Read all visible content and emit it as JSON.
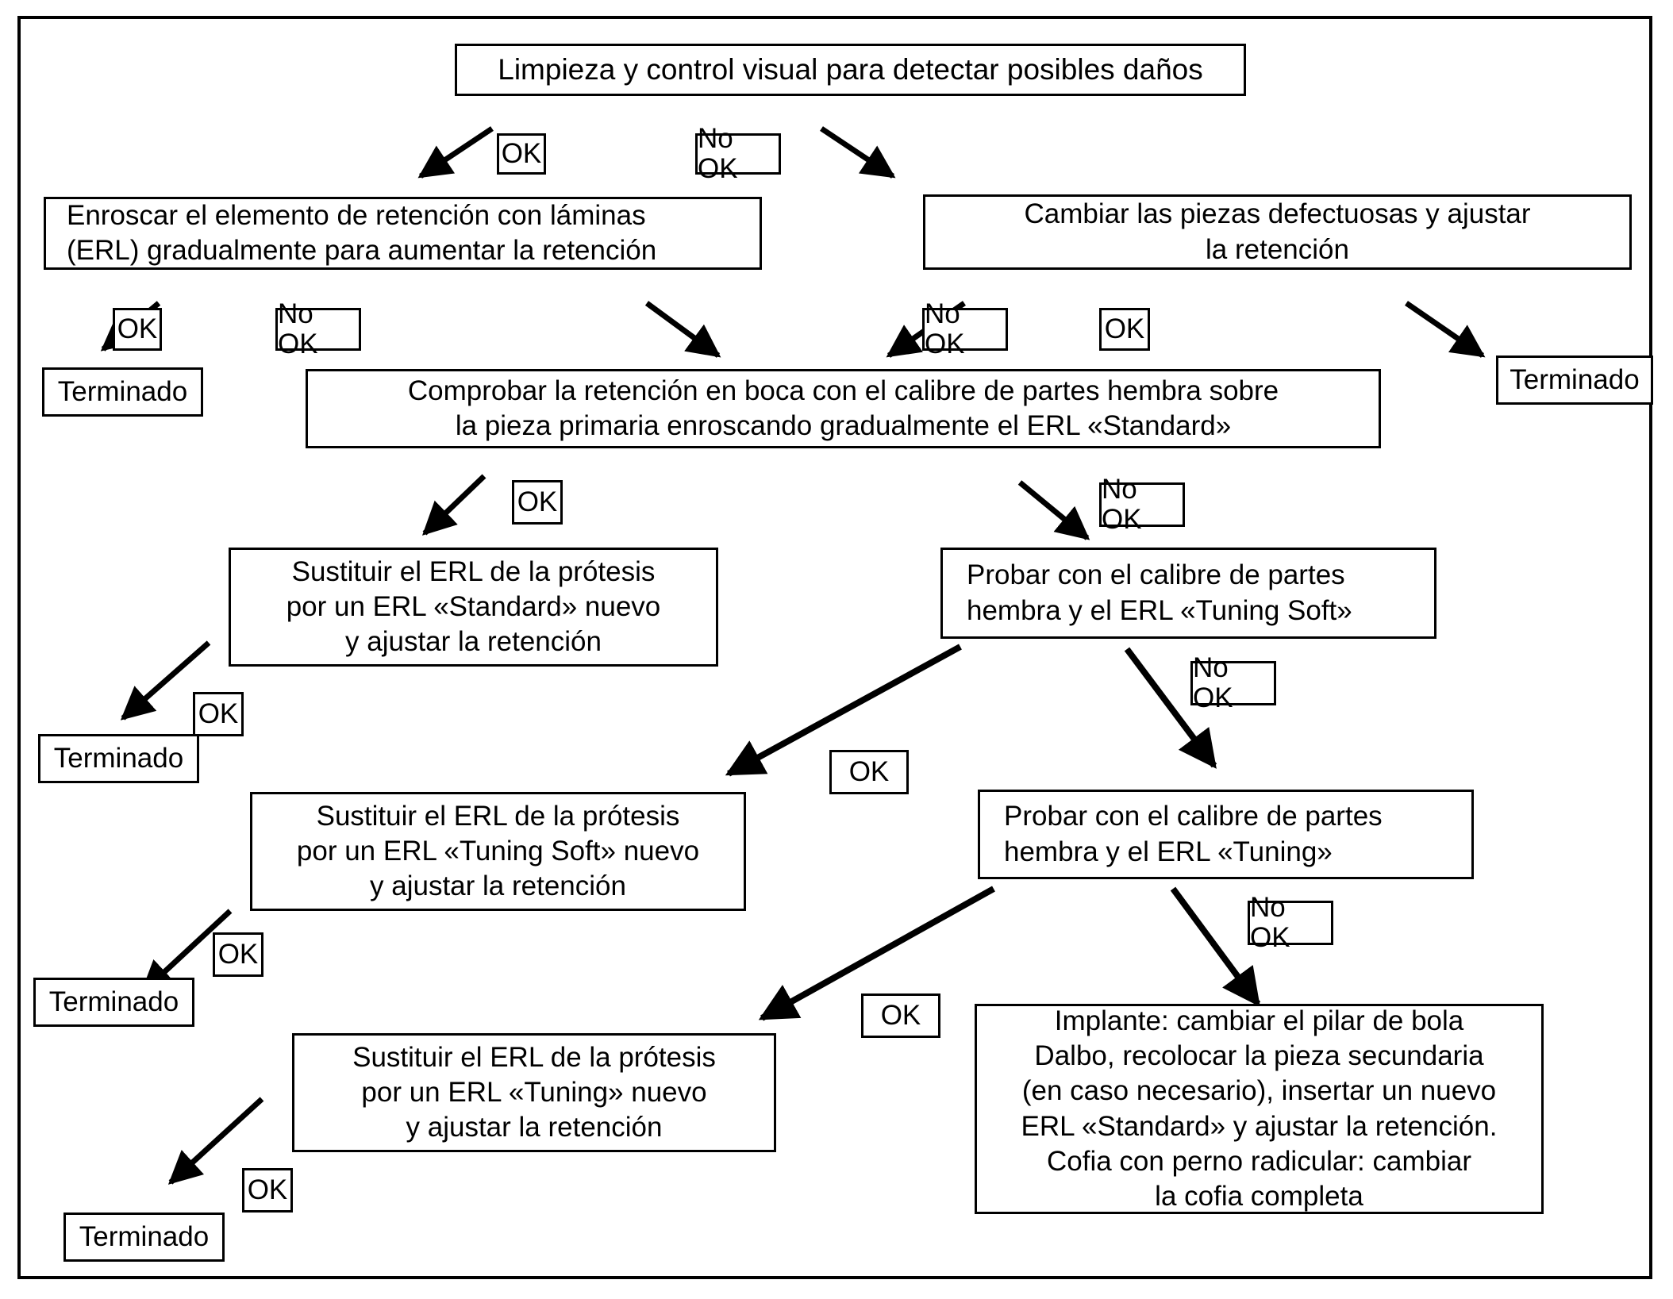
{
  "diagram": {
    "title": "Diagrama de flujo: mantenimiento de la retenón ERL",
    "line_color": "#000000",
    "box_fill": "#ffffff",
    "nodes": {
      "start": "Limpieza y control visual para detectar posibles daños",
      "enroscar_erl": "Enroscar el elemento de retención con láminas\n(ERL) gradualmente para aumentar la retención",
      "enroscar_erl_line1": "Enroscar el elemento de retención con láminas",
      "enroscar_erl_line2": "(ERL) gradualmente para aumentar la retención",
      "cambiar_piezas_line1": "Cambiar las piezas defectuosas y ajustar",
      "cambiar_piezas_line2": "la retención",
      "comprobar_line1": "Comprobar la retención en boca con el calibre de partes hembra sobre",
      "comprobar_line2": "la pieza primaria enroscando gradualmente el ERL «Standard»",
      "sust_standard_line1": "Sustituir el ERL de la prótesis",
      "sust_standard_line2": "por un ERL «Standard» nuevo",
      "sust_standard_line3": "y ajustar la retención",
      "probar_tuning_soft_line1": "Probar con el calibre de partes",
      "probar_tuning_soft_line2": "hembra y el ERL «Tuning Soft»",
      "sust_tuning_soft_line1": "Sustituir el ERL de la prótesis",
      "sust_tuning_soft_line2": "por un ERL «Tuning Soft» nuevo",
      "sust_tuning_soft_line3": "y ajustar la retención",
      "probar_tuning_line1": "Probar con el calibre de partes",
      "probar_tuning_line2": "hembra y el ERL «Tuning»",
      "sust_tuning_line1": "Sustituir el ERL de la prótesis",
      "sust_tuning_line2": "por un ERL «Tuning» nuevo",
      "sust_tuning_line3": "y ajustar la retención",
      "implante_line1": "Implante: cambiar el pilar de bola",
      "implante_line2": "Dalbo, recolocar la pieza secundaria",
      "implante_line3": "(en caso necesario), insertar un nuevo",
      "implante_line4": "ERL «Standard» y ajustar la retención.",
      "implante_line5": "Cofia con perno radicular: cambiar",
      "implante_line6": "la cofia completa"
    },
    "terminals": {
      "t1": "Terminado",
      "t2": "Terminado",
      "t3": "Terminado",
      "t4": "Terminado",
      "t5": "Terminado"
    },
    "edge_labels": {
      "ok1": "OK",
      "nook1": "No OK",
      "ok2": "OK",
      "nook2": "No OK",
      "nook3": "No OK",
      "ok3": "OK",
      "ok4": "OK",
      "nook4": "No OK",
      "ok5": "OK",
      "nook5": "No OK",
      "ok6": "OK",
      "ok7": "OK",
      "nook6": "No OK",
      "ok8": "OK",
      "ok9": "OK"
    }
  }
}
